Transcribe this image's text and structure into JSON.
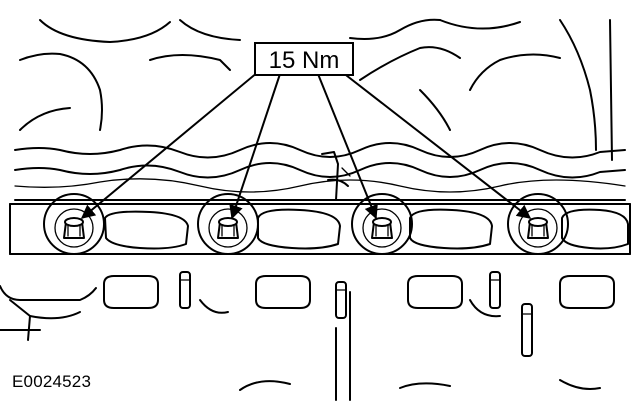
{
  "callout": {
    "torque_text": "15 Nm"
  },
  "figure": {
    "id_text": "E0024523"
  },
  "bolts": [
    {
      "name": "bolt-1"
    },
    {
      "name": "bolt-2"
    },
    {
      "name": "bolt-3"
    },
    {
      "name": "bolt-4"
    }
  ],
  "colors": {
    "ink": "#000000",
    "paper": "#ffffff"
  }
}
